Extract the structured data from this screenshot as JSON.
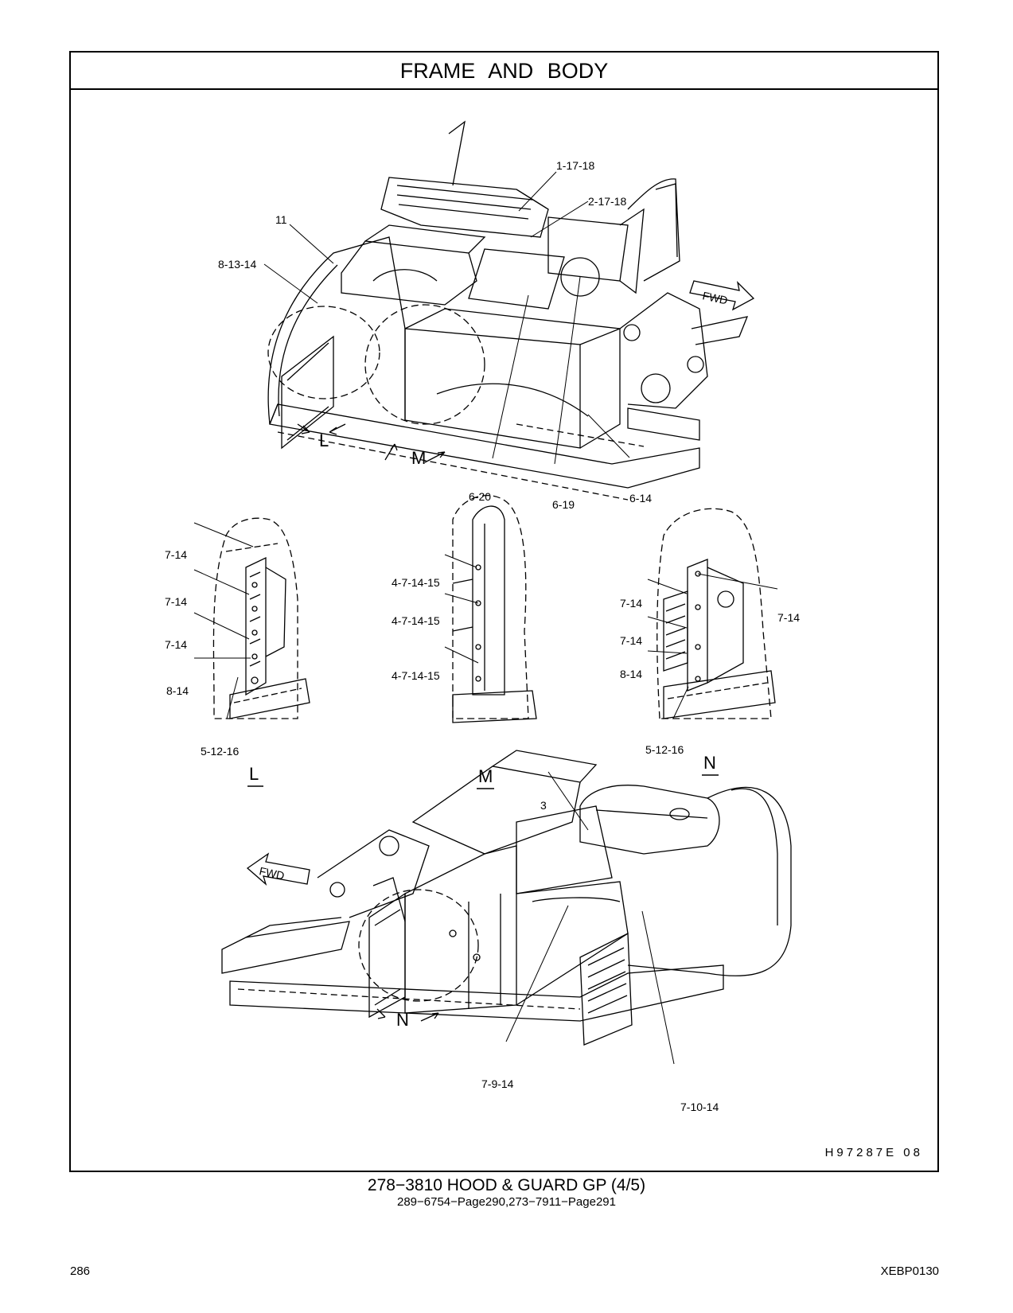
{
  "header": {
    "title": "FRAME AND BODY"
  },
  "figure": {
    "reference_code": "H97287E    08",
    "callouts": {
      "c_1_17_18": "1-17-18",
      "c_2_17_18": "2-17-18",
      "c_11": "11",
      "c_8_13_14": "8-13-14",
      "c_6_20": "6-20",
      "c_6_19": "6-19",
      "c_6_14": "6-14",
      "c_7_14_a": "7-14",
      "c_7_14_b": "7-14",
      "c_7_14_c": "7-14",
      "c_8_14_l": "8-14",
      "c_5_12_16_l": "5-12-16",
      "c_4_7_14_15_a": "4-7-14-15",
      "c_4_7_14_15_b": "4-7-14-15",
      "c_4_7_14_15_c": "4-7-14-15",
      "c_7_14_n1": "7-14",
      "c_7_14_n2": "7-14",
      "c_7_14_n3": "7-14",
      "c_8_14_n": "8-14",
      "c_5_12_16_n": "5-12-16",
      "c_3": "3",
      "c_7_9_14": "7-9-14",
      "c_7_10_14": "7-10-14"
    },
    "fwd_label": "FWD",
    "view_letters": {
      "L": "L",
      "M": "M",
      "N": "N"
    }
  },
  "caption": {
    "main": "278−3810  HOOD & GUARD GP (4/5)",
    "sub": "289−6754−Page290,273−7911−Page291"
  },
  "footer": {
    "page_number": "286",
    "doc_code": "XEBP0130"
  },
  "colors": {
    "ink": "#000000",
    "paper": "#ffffff"
  }
}
